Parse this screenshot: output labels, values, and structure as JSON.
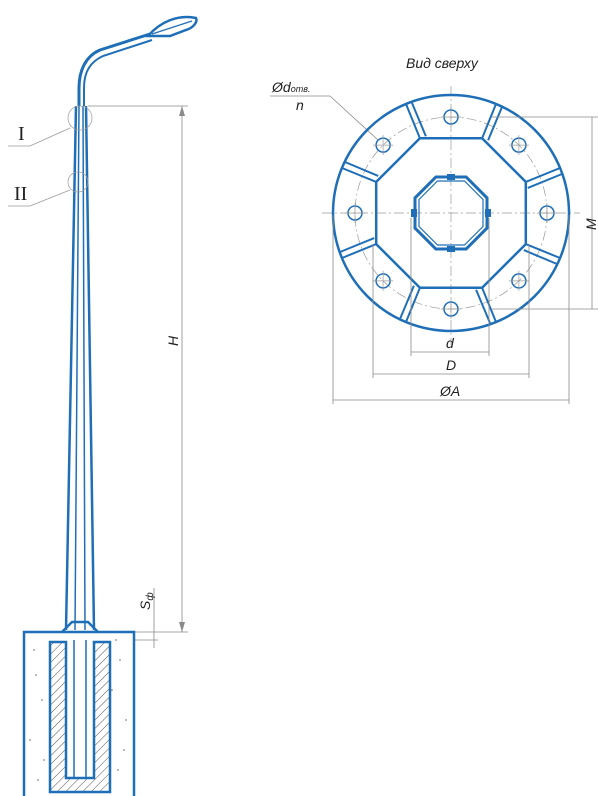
{
  "top_view": {
    "title": "Вид сверху",
    "hole_diameter_label": "Ød",
    "hole_diameter_subscript": "отв.",
    "hole_count_label": "n",
    "dim_small_d": "d",
    "dim_D": "D",
    "dim_A": "ØA",
    "dim_M": "М"
  },
  "elevation": {
    "callout_1": "I",
    "callout_2": "II",
    "height_label": "H",
    "foundation_label": "S",
    "foundation_subscript": "ф"
  },
  "colors": {
    "drawing_blue": "#1f6fb8",
    "dimension_gray": "#8a8a8a"
  }
}
